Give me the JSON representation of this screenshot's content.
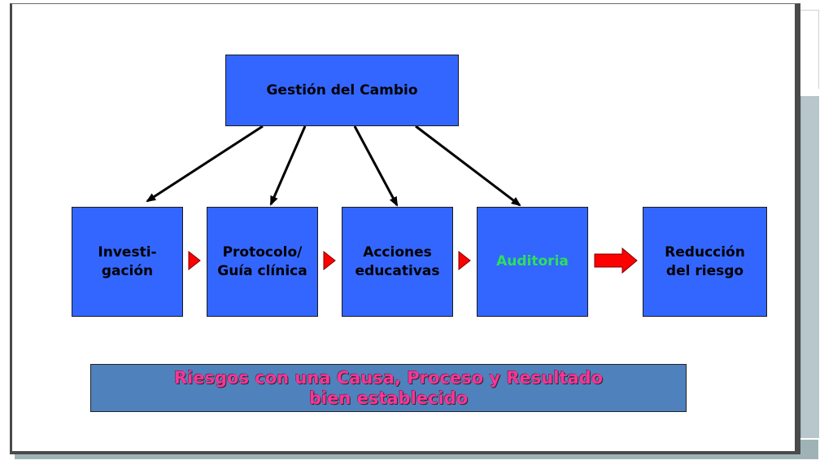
{
  "diagram": {
    "top_box": "Gestión del Cambio",
    "steps": [
      {
        "id": "investigacion",
        "label": "Investi-\ngación"
      },
      {
        "id": "protocolo",
        "label": "Protocolo/\nGuía clínica"
      },
      {
        "id": "acciones",
        "label": "Acciones\neducativas"
      },
      {
        "id": "auditoria",
        "label": "Auditoria"
      },
      {
        "id": "reduccion",
        "label": "Reducción\ndel riesgo"
      }
    ],
    "banner": {
      "line1": "Riesgos con una Causa, Proceso y Resultado",
      "line2": "bien establecido"
    }
  },
  "colors": {
    "box_fill": "#3366ff",
    "audit_text": "#2de05a",
    "banner_fill": "#4f81bd",
    "banner_text": "#ff3399",
    "arrow_red": "#ff0000"
  }
}
